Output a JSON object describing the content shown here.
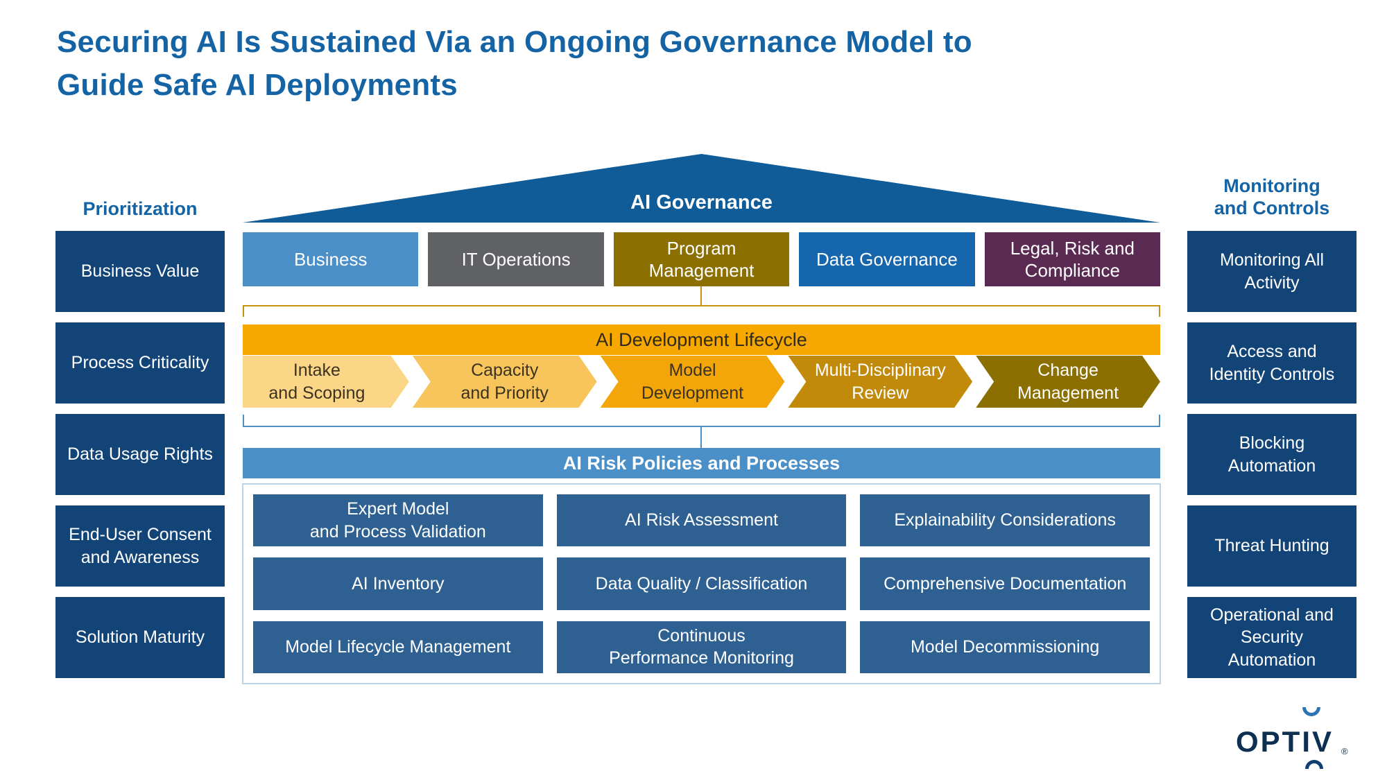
{
  "title": "Securing AI Is Sustained Via an Ongoing Governance Model to\nGuide Safe AI Deployments",
  "prioritization": {
    "header": "Prioritization",
    "items": [
      {
        "label": "Business Value"
      },
      {
        "label": "Process Criticality"
      },
      {
        "label": "Data Usage Rights"
      },
      {
        "label": "End-User Consent\nand Awareness"
      },
      {
        "label": "Solution Maturity"
      }
    ]
  },
  "monitoring": {
    "header": "Monitoring\nand Controls",
    "items": [
      {
        "label": "Monitoring All\nActivity"
      },
      {
        "label": "Access and\nIdentity Controls"
      },
      {
        "label": "Blocking\nAutomation"
      },
      {
        "label": "Threat Hunting"
      },
      {
        "label": "Operational and\nSecurity\nAutomation"
      }
    ]
  },
  "governance": {
    "title": "AI Governance",
    "pillars": [
      {
        "label": "Business"
      },
      {
        "label": "IT Operations"
      },
      {
        "label": "Program\nManagement"
      },
      {
        "label": "Data Governance"
      },
      {
        "label": "Legal, Risk and\nCompliance"
      }
    ]
  },
  "lifecycle": {
    "title": "AI Development Lifecycle",
    "stages": [
      {
        "label": "Intake\nand Scoping"
      },
      {
        "label": "Capacity\nand Priority"
      },
      {
        "label": "Model\nDevelopment"
      },
      {
        "label": "Multi-Disciplinary\nReview"
      },
      {
        "label": "Change\nManagement"
      }
    ]
  },
  "risk": {
    "title": "AI Risk Policies and Processes",
    "items": [
      {
        "label": "Expert Model\nand Process Validation"
      },
      {
        "label": "AI Risk Assessment"
      },
      {
        "label": "Explainability Considerations"
      },
      {
        "label": "AI Inventory"
      },
      {
        "label": "Data Quality / Classification"
      },
      {
        "label": "Comprehensive Documentation"
      },
      {
        "label": "Model Lifecycle Management"
      },
      {
        "label": "Continuous\nPerformance Monitoring"
      },
      {
        "label": "Model Decommissioning"
      }
    ]
  },
  "logo": {
    "wordmark": "OPTIV",
    "registered": "®"
  },
  "palette": {
    "title_blue": "#1464a5",
    "side_box_blue": "#134478",
    "roof_blue": "#0f5c99",
    "pillar_business": "#4a8fc7",
    "pillar_it_operations": "#5f6164",
    "pillar_program_management": "#8b6f00",
    "pillar_data_governance": "#1566ad",
    "pillar_legal_risk_compliance": "#5b2a52",
    "lifecycle_gold": "#f7a800",
    "stage_intake": "#fcd687",
    "stage_capacity": "#f8c45c",
    "stage_model_dev": "#f2a60a",
    "stage_review": "#c18a0b",
    "stage_change": "#8b6f00",
    "risk_bar_blue": "#4a8fc7",
    "risk_item_blue": "#2e6191",
    "bracket_gold": "#c9920e",
    "bracket_blue": "#4a8fc7"
  }
}
